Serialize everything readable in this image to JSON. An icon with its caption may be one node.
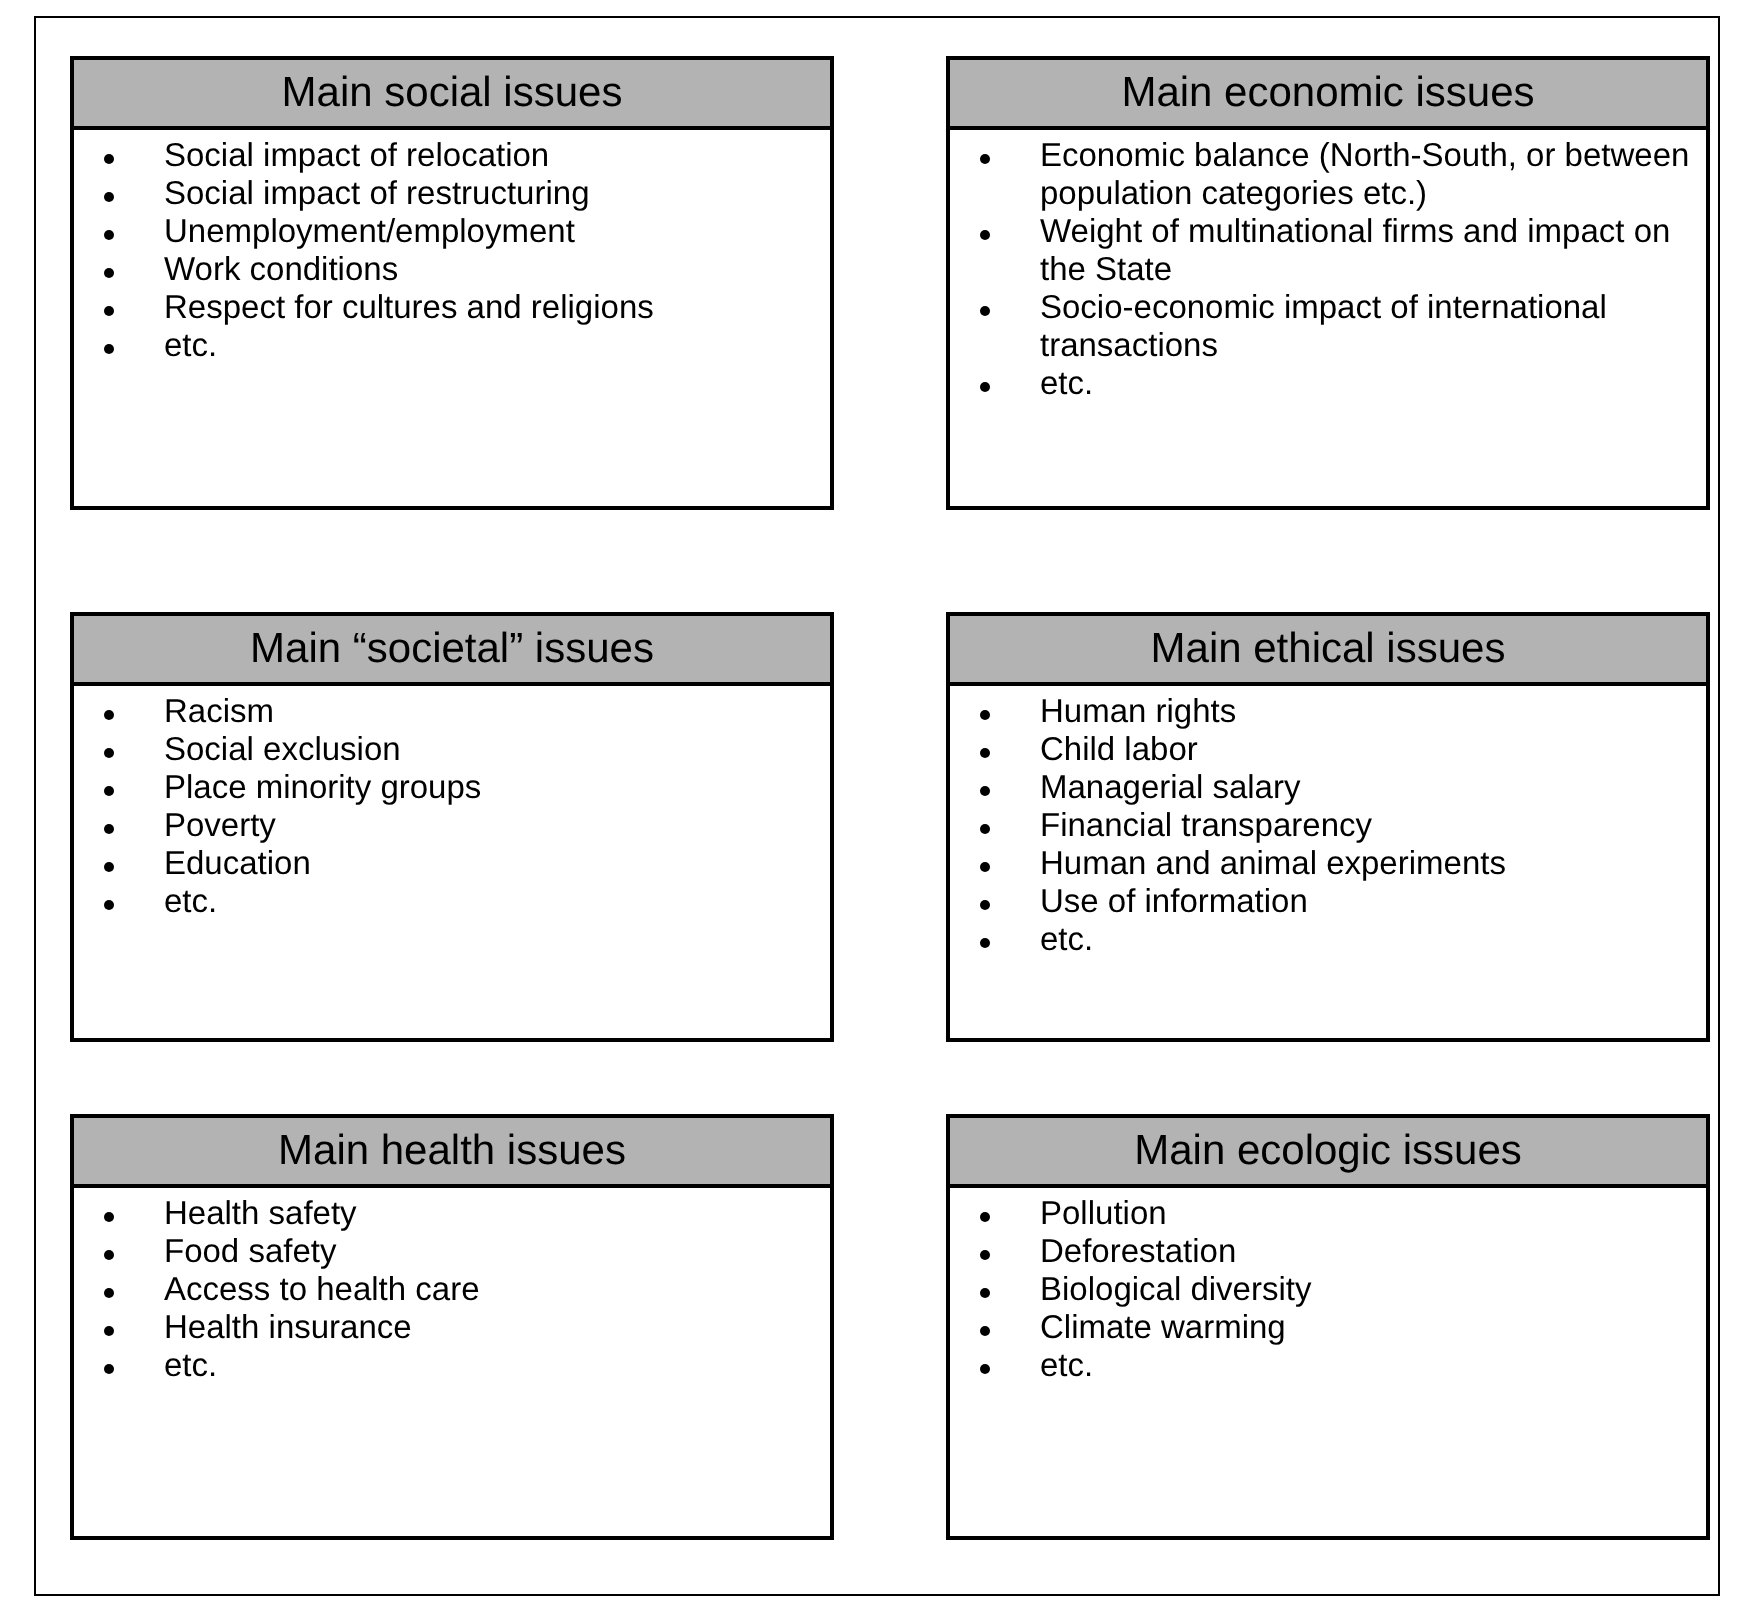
{
  "diagram": {
    "nodes": [
      {
        "text": [
          "Main social issues",
          "Social impact of relocation",
          "Social impact of restructuring",
          "Unemployment/employment",
          "Work conditions",
          "Respect for cultures and religions",
          "etc."
        ]
      },
      {
        "text": [
          "Main economic issues",
          "Economic balance (North-South, or between population categories etc.)",
          "Weight of multinational firms and impact on the State",
          "Socio-economic impact of international transactions",
          "etc."
        ]
      },
      {
        "text": [
          "Main “societal” issues",
          "Racism",
          "Social exclusion",
          "Place minority groups",
          "Poverty",
          "Education",
          "etc."
        ]
      },
      {
        "text": [
          "Main ethical issues",
          "Human rights",
          "Child labor",
          "Managerial salary",
          "Financial transparency",
          "Human and animal experiments",
          "Use of information",
          "etc."
        ]
      },
      {
        "text": [
          "Main health issues",
          "Health safety",
          "Food safety",
          "Access to health care",
          "Health insurance",
          "etc."
        ]
      },
      {
        "text": [
          "Main ecologic issues",
          "Pollution",
          "Deforestation",
          "Biological diversity",
          "Climate warming",
          "etc."
        ]
      }
    ]
  }
}
